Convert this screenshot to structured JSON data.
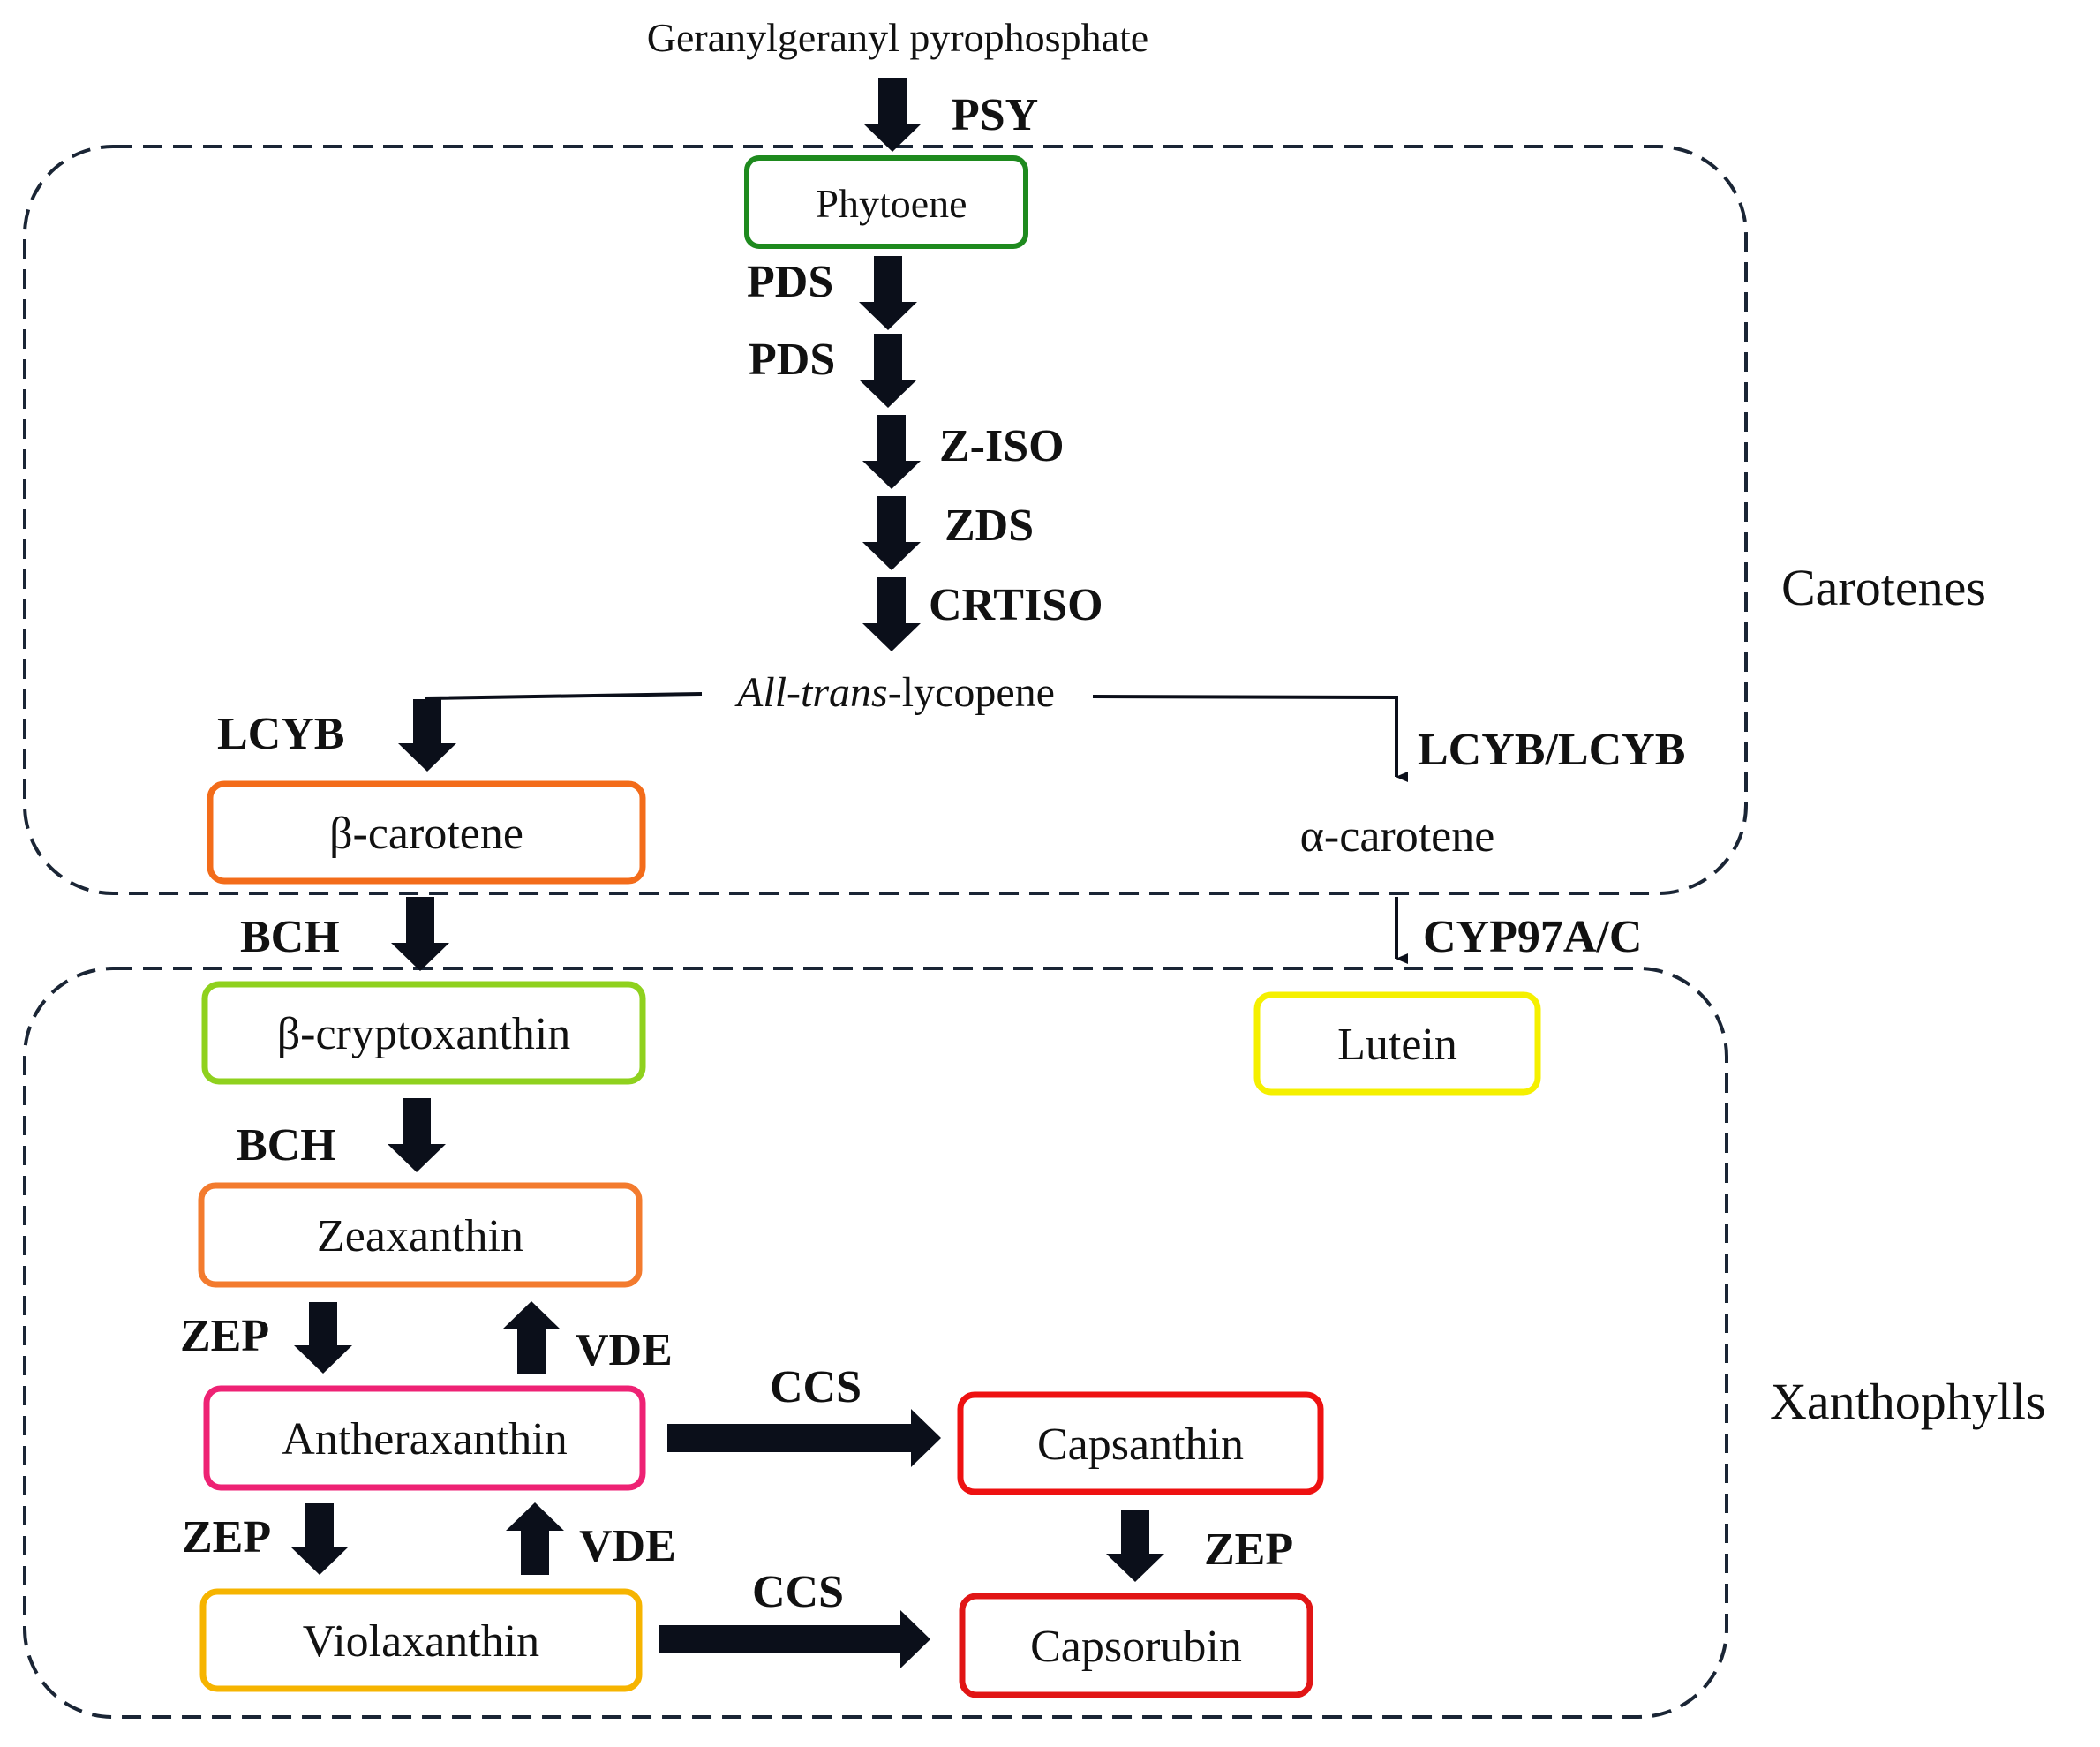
{
  "precursor": "Geranylgeranyl pyrophosphate",
  "regions": {
    "carotenes": "Carotenes",
    "xanthophylls": "Xanthophylls"
  },
  "compounds": {
    "phytoene": "Phytoene",
    "lycopene_prefix": "All-trans",
    "lycopene_suffix": "-lycopene",
    "beta_carotene": "β-carotene",
    "alpha_carotene": "α-carotene",
    "beta_cryptoxanthin": "β-cryptoxanthin",
    "lutein": "Lutein",
    "zeaxanthin": "Zeaxanthin",
    "antheraxanthin": "Antheraxanthin",
    "violaxanthin": "Violaxanthin",
    "capsanthin": "Capsanthin",
    "capsorubin": "Capsorubin"
  },
  "enzymes": {
    "psy": "PSY",
    "pds_1": "PDS",
    "pds_2": "PDS",
    "z_iso": "Z-ISO",
    "zds": "ZDS",
    "crtiso": "CRTISO",
    "lcyb": "LCYB",
    "lcyb_lcyb": "LCYB/LCYB",
    "bch_1": "BCH",
    "cyp97": "CYP97A/C",
    "bch_2": "BCH",
    "zep_1": "ZEP",
    "vde_1": "VDE",
    "zep_2": "ZEP",
    "vde_2": "VDE",
    "ccs_1": "CCS",
    "ccs_2": "CCS",
    "zep_3": "ZEP"
  },
  "colors": {
    "phytoene": "#1e8a1e",
    "beta_carotene": "#f36c1a",
    "beta_cryptoxanthin": "#8fd11e",
    "lutein": "#f5f000",
    "zeaxanthin": "#f37b2e",
    "antheraxanthin": "#ee2274",
    "violaxanthin": "#f6b400",
    "capsanthin": "#ee1111",
    "capsorubin": "#e11515",
    "arrow": "#0b0f1a",
    "region_border": "#1a2535"
  }
}
